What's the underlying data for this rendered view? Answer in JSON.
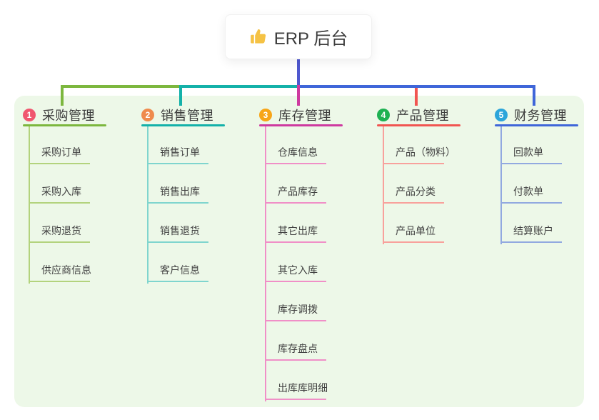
{
  "root": {
    "label": "ERP 后台",
    "icon": "thumbs-up-icon",
    "icon_color": "#f5c244",
    "tail_color": "#4f58cf"
  },
  "panel": {
    "background": "#edf8e8"
  },
  "branches": [
    {
      "num": "1",
      "label": "采购管理",
      "badge_color": "#f0566f",
      "line_color": "#7cb73e",
      "child_line_color": "#b3d37d",
      "items": [
        "采购订单",
        "采购入库",
        "采购退货",
        "供应商信息"
      ]
    },
    {
      "num": "2",
      "label": "销售管理",
      "badge_color": "#ef8b4d",
      "line_color": "#14b1a9",
      "child_line_color": "#7fd5ce",
      "items": [
        "销售订单",
        "销售出库",
        "销售退货",
        "客户信息"
      ]
    },
    {
      "num": "3",
      "label": "库存管理",
      "badge_color": "#f7a517",
      "line_color": "#ce3aa0",
      "child_line_color": "#f08fc7",
      "items": [
        "仓库信息",
        "产品库存",
        "其它出库",
        "其它入库",
        "库存调拨",
        "库存盘点",
        "出库库明细"
      ]
    },
    {
      "num": "4",
      "label": "产品管理",
      "badge_color": "#1eb152",
      "line_color": "#f15551",
      "child_line_color": "#f8a19c",
      "items": [
        "产品（物料）",
        "产品分类",
        "产品单位"
      ]
    },
    {
      "num": "5",
      "label": "财务管理",
      "badge_color": "#2ca5da",
      "line_color": "#3f66d9",
      "child_line_color": "#92a9e0",
      "items": [
        "回款单",
        "付款单",
        "结算账户"
      ]
    }
  ]
}
